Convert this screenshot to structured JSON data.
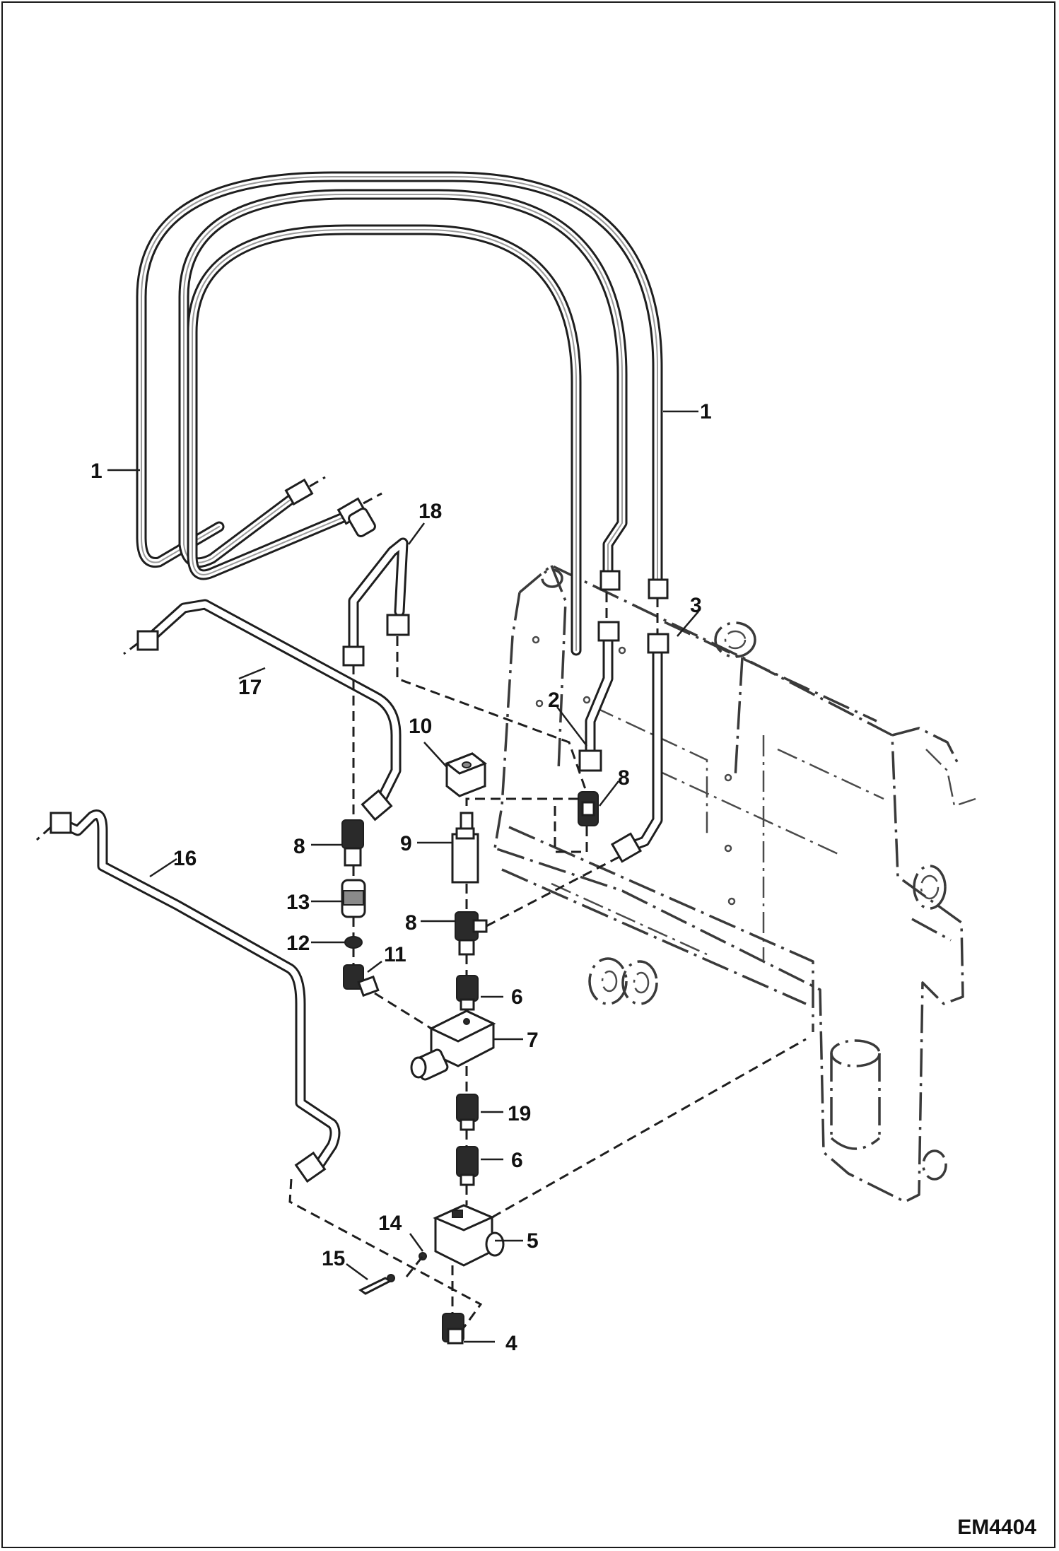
{
  "drawing": {
    "code": "EM4404",
    "callouts": [
      "1",
      "1",
      "2",
      "3",
      "4",
      "5",
      "6",
      "6",
      "7",
      "8",
      "8",
      "8",
      "9",
      "10",
      "11",
      "12",
      "13",
      "14",
      "15",
      "16",
      "17",
      "18",
      "19"
    ]
  },
  "colors": {
    "line": "#1e1e1e",
    "background": "#ffffff",
    "frame": "#3a3a3a"
  }
}
